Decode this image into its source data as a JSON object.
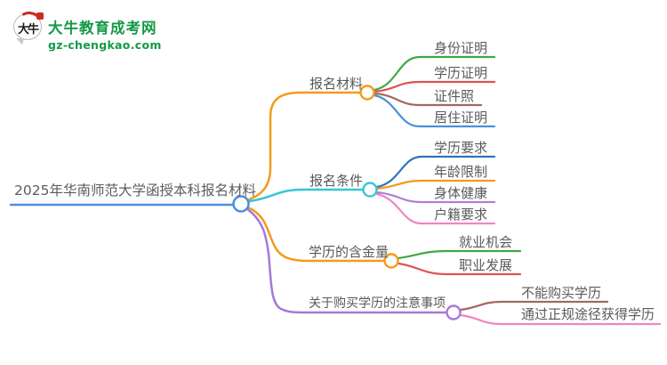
{
  "logo": {
    "icon_text": "大牛",
    "title": "大牛教育成考网",
    "subtitle": "gz-chengkao.com"
  },
  "mindmap": {
    "root": {
      "label": "2025年华南师范大学函授本科报名材料",
      "color": "#4a90d9"
    },
    "branches": [
      {
        "label": "报名材料",
        "color": "#f5991d",
        "children": [
          {
            "label": "身份证明",
            "color": "#3fa943"
          },
          {
            "label": "学历证明",
            "color": "#e05252"
          },
          {
            "label": "证件照",
            "color": "#a16a5c"
          },
          {
            "label": "居住证明",
            "color": "#4a90d9"
          }
        ]
      },
      {
        "label": "报名条件",
        "color": "#38c5d8",
        "children": [
          {
            "label": "学历要求",
            "color": "#2e75b6"
          },
          {
            "label": "年龄限制",
            "color": "#f5991d"
          },
          {
            "label": "身体健康",
            "color": "#b07fd6"
          },
          {
            "label": "户籍要求",
            "color": "#ef85c5"
          }
        ]
      },
      {
        "label": "学历的含金量",
        "color": "#f5991d",
        "children": [
          {
            "label": "就业机会",
            "color": "#3fa943"
          },
          {
            "label": "职业发展",
            "color": "#e05252"
          }
        ]
      },
      {
        "label": "关于购买学历的注意事项",
        "color": "#a678d8",
        "children": [
          {
            "label": "不能购买学历",
            "color": "#a16a5c"
          },
          {
            "label": "通过正规途径获得学历",
            "color": "#ef85c5"
          }
        ]
      }
    ]
  }
}
